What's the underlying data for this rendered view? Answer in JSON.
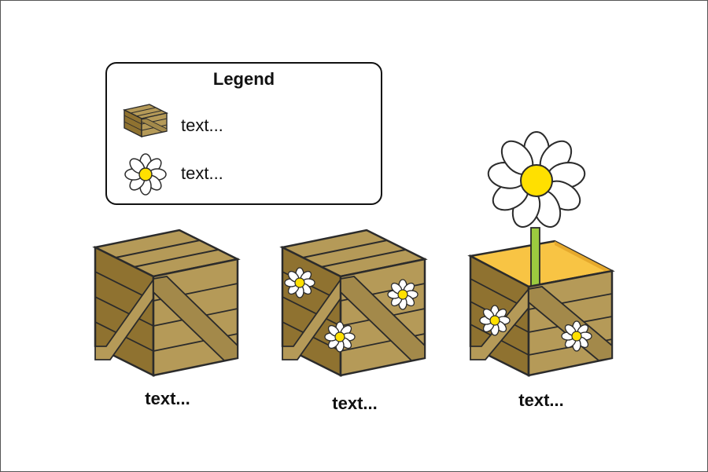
{
  "legend": {
    "title": "Legend",
    "items": [
      {
        "icon": "crate-icon",
        "label": "text..."
      },
      {
        "icon": "daisy-icon",
        "label": "text..."
      }
    ]
  },
  "stages": [
    {
      "caption": "text..."
    },
    {
      "caption": "text..."
    },
    {
      "caption": "text..."
    }
  ],
  "colors": {
    "wood": "#b59a58",
    "wood_dark": "#8f7230",
    "wood_side": "#a3894a",
    "outline": "#2b2b2b",
    "crate_inside": "#f8c444",
    "stem": "#9ccb3f",
    "petal": "#ffffff",
    "flower_center": "#ffe000"
  }
}
